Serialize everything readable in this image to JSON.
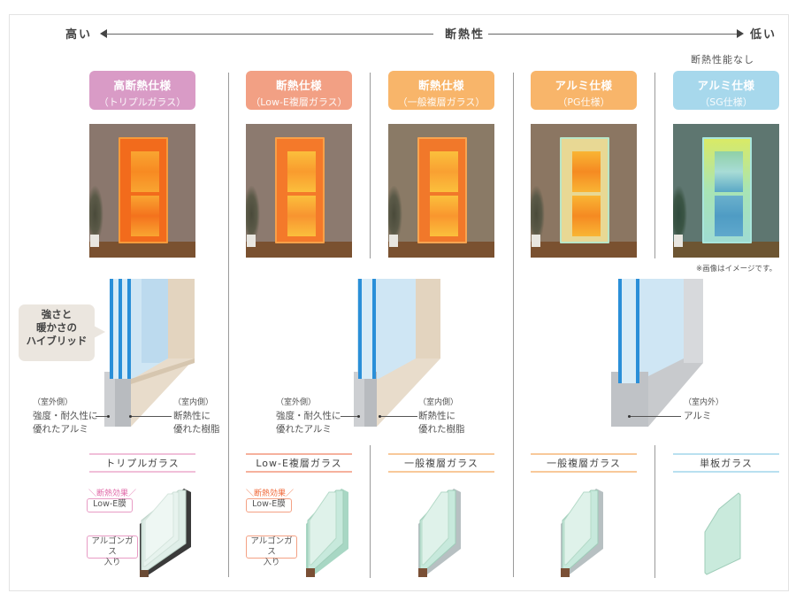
{
  "axis": {
    "high_label": "高い",
    "low_label": "低い",
    "center_label": "断熱性"
  },
  "no_insulation_note": "断熱性能なし",
  "image_note": "※画像はイメージです。",
  "colors": {
    "pink": "#d99bc6",
    "salmon": "#f2a084",
    "orange": "#f8b56a",
    "light_blue": "#a7d8ec",
    "label_pink": "#f1bfd9",
    "label_salmon": "#f6b19d",
    "label_orange": "#f8c99a",
    "label_blue": "#b9e0f0"
  },
  "categories": [
    {
      "title": "高断熱仕様",
      "subtitle": "（トリプルガラス）",
      "glass_label": "トリプルガラス"
    },
    {
      "title": "断熱仕様",
      "subtitle": "（Low-E複層ガラス）",
      "glass_label": "Low-E複層ガラス"
    },
    {
      "title": "断熱仕様",
      "subtitle": "（一般複層ガラス）",
      "glass_label": "一般複層ガラス"
    },
    {
      "title": "アルミ仕様",
      "subtitle": "（PG仕様）",
      "glass_label": "一般複層ガラス"
    },
    {
      "title": "アルミ仕様",
      "subtitle": "（SG仕様）",
      "glass_label": "単板ガラス"
    }
  ],
  "bubble": {
    "line1": "強さと",
    "line2": "暖かさの",
    "line3": "ハイブリッド"
  },
  "frame_notes": {
    "hybrid_1": {
      "outside_sub": "（室外側）",
      "outside_1": "強度・耐久性に",
      "outside_2": "優れたアルミ",
      "inside_sub": "（室内側）",
      "inside_1": "断熱性に",
      "inside_2": "優れた樹脂"
    },
    "hybrid_2": {
      "outside_sub": "（室外側）",
      "outside_1": "強度・耐久性に",
      "outside_2": "優れたアルミ",
      "inside_sub": "（室内側）",
      "inside_1": "断熱性に",
      "inside_2": "優れた樹脂"
    },
    "aluminum": {
      "sub": "（室内外）",
      "label": "アルミ"
    }
  },
  "glass_tags": {
    "triple": {
      "effect": "＼断熱効果／",
      "lowe": "Low-E膜",
      "argon_1": "アルゴンガス",
      "argon_2": "入り"
    },
    "lowe": {
      "effect": "＼断熱効果／",
      "lowe": "Low-E膜",
      "argon_1": "アルゴンガス",
      "argon_2": "入り"
    }
  }
}
